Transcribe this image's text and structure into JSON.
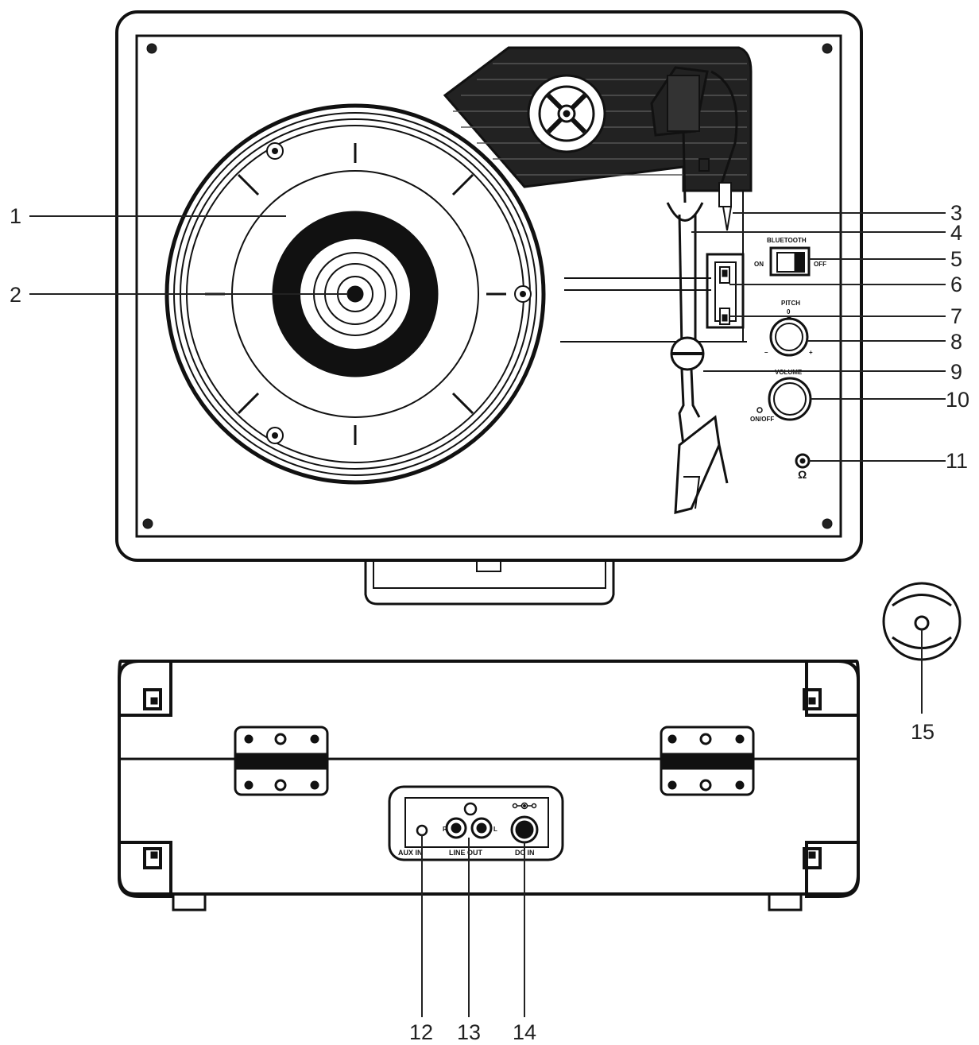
{
  "panel": {
    "bluetooth": "BLUETOOTH",
    "on": "ON",
    "off": "OFF",
    "pitch": "PITCH",
    "pitch_zero": "0",
    "pitch_minus": "–",
    "pitch_plus": "+",
    "volume": "VOLUME",
    "on_off": "ON/OFF",
    "headphone_symbol": "Ω"
  },
  "rear_panel": {
    "aux_in": "AUX IN",
    "line_out": "LINE OUT",
    "r": "R",
    "l": "L",
    "dc_in": "DC IN"
  },
  "callouts": [
    "1",
    "2",
    "3",
    "4",
    "5",
    "6",
    "7",
    "8",
    "9",
    "10",
    "11",
    "12",
    "13",
    "14",
    "15"
  ],
  "icons": [
    "screw-icon",
    "headphone-icon",
    "dc-polarity-icon"
  ]
}
